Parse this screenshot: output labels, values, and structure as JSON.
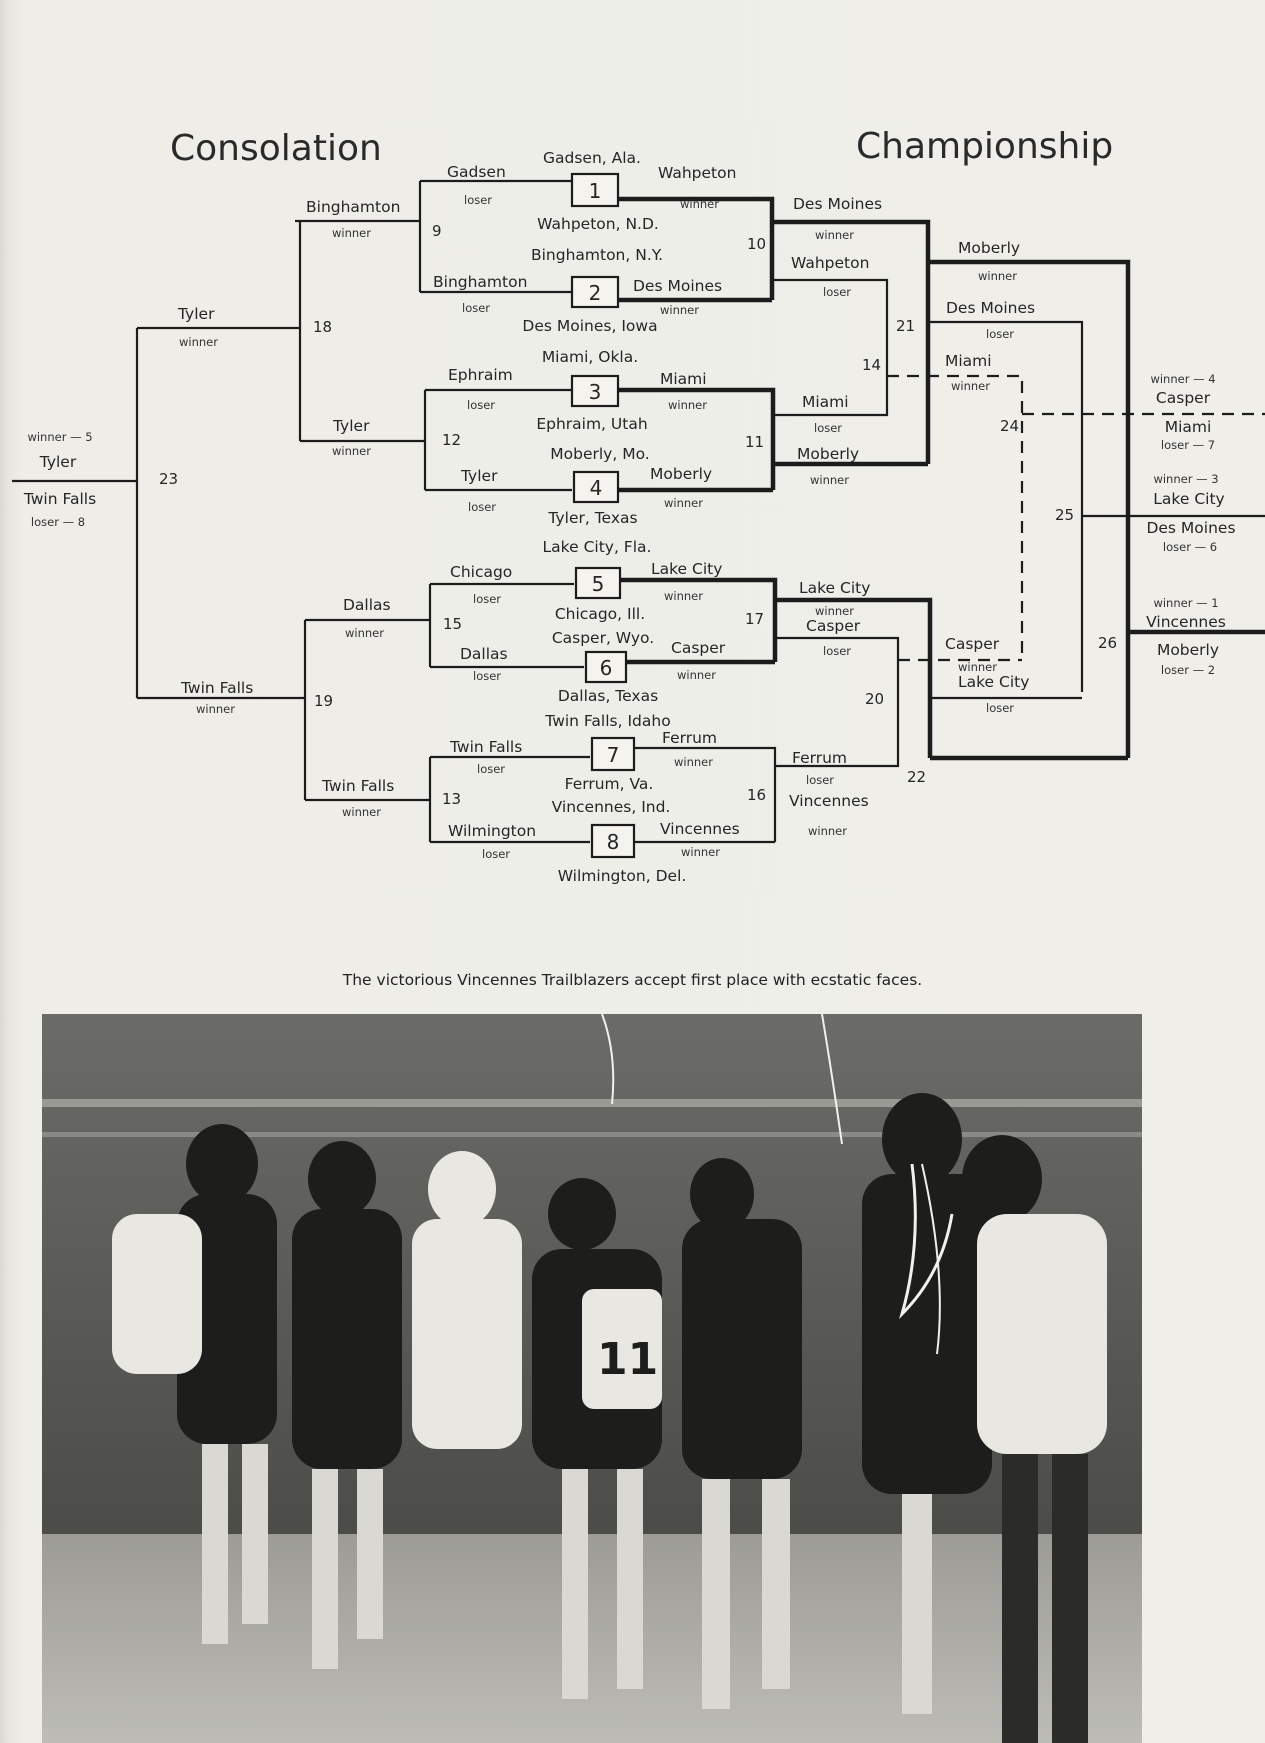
{
  "headings": {
    "consolation": "Consolation",
    "championship": "Championship"
  },
  "games": {
    "g1": {
      "num": "1",
      "site_top": "Gadsen, Ala.",
      "site_bottom": "Wahpeton, N.D.",
      "top_team": "Gadsen",
      "top_tag": "loser",
      "bottom_team": "",
      "winner_team": "Wahpeton",
      "winner_tag": "winner"
    },
    "g2": {
      "num": "2",
      "site_top": "Binghamton, N.Y.",
      "site_bottom": "Des Moines, Iowa",
      "top_team": "Binghamton",
      "top_tag": "loser",
      "winner_team": "Des Moines",
      "winner_tag": "winner"
    },
    "g3": {
      "num": "3",
      "site_top": "Miami, Okla.",
      "site_bottom": "Ephraim, Utah",
      "top_team": "Ephraim",
      "top_tag": "loser",
      "winner_team": "Miami",
      "winner_tag": "winner"
    },
    "g4": {
      "num": "4",
      "site_top": "Moberly, Mo.",
      "site_bottom": "Tyler, Texas",
      "top_team": "Tyler",
      "top_tag": "loser",
      "winner_team": "Moberly",
      "winner_tag": "winner"
    },
    "g5": {
      "num": "5",
      "site_top": "Lake City, Fla.",
      "site_bottom": "Chicago, Ill.",
      "top_team": "Chicago",
      "top_tag": "loser",
      "winner_team": "Lake City",
      "winner_tag": "winner"
    },
    "g6": {
      "num": "6",
      "site_top": "Casper, Wyo.",
      "site_bottom": "Dallas, Texas",
      "top_team": "Dallas",
      "top_tag": "loser",
      "winner_team": "Casper",
      "winner_tag": "winner"
    },
    "g7": {
      "num": "7",
      "site_top": "Twin Falls, Idaho",
      "site_bottom": "Ferrum, Va.",
      "top_team": "Twin Falls",
      "top_tag": "loser",
      "winner_team": "Ferrum",
      "winner_tag": "winner"
    },
    "g8": {
      "num": "8",
      "site_top": "Vincennes, Ind.",
      "site_bottom": "Wilmington, Del.",
      "top_team": "Wilmington",
      "top_tag": "loser",
      "winner_team": "Vincennes",
      "winner_tag": "winner"
    }
  },
  "consolation": {
    "g9_num": "9",
    "g9_top": "Binghamton",
    "g9_tag": "winner",
    "g12_num": "12",
    "g12_team": "Tyler",
    "g12_tag": "winner",
    "g18_num": "18",
    "g18_team": "Tyler",
    "g18_tag": "winner",
    "g15_num": "15",
    "g15_team": "Dallas",
    "g15_tag": "winner",
    "g13_num": "13",
    "g13_team": "Twin Falls",
    "g13_tag": "winner",
    "g19_num": "19",
    "g19_team": "Twin Falls",
    "g19_tag": "winner",
    "g23_num": "23",
    "final_winner_tag": "winner — 5",
    "final_winner": "Tyler",
    "final_loser": "Twin Falls",
    "final_loser_tag": "loser — 8"
  },
  "championship": {
    "g10_num": "10",
    "g10_winner": "Des Moines",
    "g10_winner_tag": "winner",
    "g10_loser": "Wahpeton",
    "g10_loser_tag": "loser",
    "g11_num": "11",
    "g11_loser": "Miami",
    "g11_loser_tag": "loser",
    "g11_winner": "Moberly",
    "g11_winner_tag": "winner",
    "g14_num": "14",
    "g21_num": "21",
    "g21_winner": "Moberly",
    "g21_winner_tag": "winner",
    "g21_loser": "Des Moines",
    "g21_loser_tag": "loser",
    "g14_team": "Miami",
    "g14_tag": "winner",
    "g17_num": "17",
    "g17_winner": "Lake City",
    "g17_winner_tag": "winner",
    "g17_loser": "Casper",
    "g17_loser_tag": "loser",
    "g16_num": "16",
    "g16_loser": "Ferrum",
    "g16_loser_tag": "loser",
    "g16_winner": "Vincennes",
    "g16_winner_tag": "winner",
    "g20_num": "20",
    "g20_team": "Casper",
    "g20_tag": "winner",
    "g22_num": "22",
    "g22_loser": "Lake City",
    "g22_loser_tag": "loser",
    "g24_num": "24",
    "g25_num": "25",
    "g26_num": "26",
    "res1_tag": "winner — 4",
    "res1_team": "Casper",
    "res2_team": "Miami",
    "res2_tag": "loser — 7",
    "res3_tag": "winner — 3",
    "res3_team": "Lake City",
    "res4_team": "Des Moines",
    "res4_tag": "loser — 6",
    "res5_tag": "winner — 1",
    "res5_team": "Vincennes",
    "res6_team": "Moberly",
    "res6_tag": "loser — 2"
  },
  "caption": "The victorious Vincennes Trailblazers accept first place with ecstatic faces."
}
